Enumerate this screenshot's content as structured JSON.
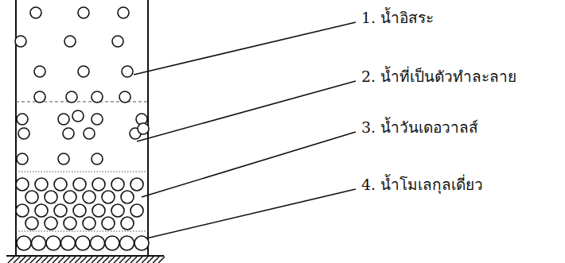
{
  "diagram": {
    "labels": [
      "1. น้ำอิสระ",
      "2. น้ำที่เป็นตัวทำละลาย",
      "3. น้ำวันเดอวาลส์",
      "4. น้ำโมเลกุลเดี่ยว"
    ]
  }
}
